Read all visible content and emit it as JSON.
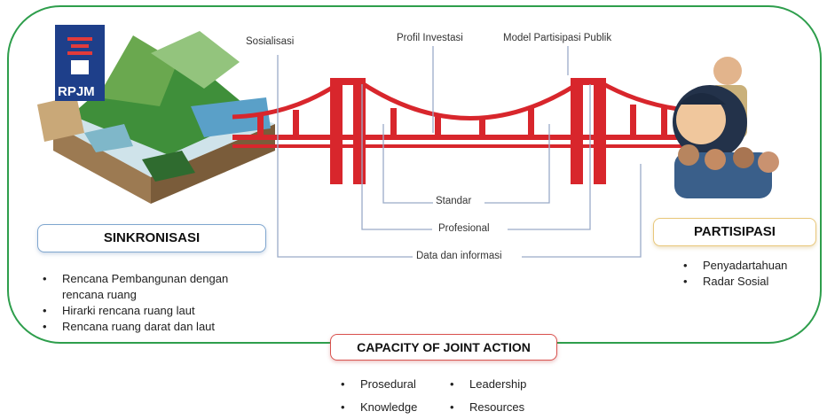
{
  "bridge": {
    "labels": {
      "sosialisasi": "Sosialisasi",
      "profil": "Profil Investasi",
      "model": "Model Partisipasi Publik",
      "standar": "Standar",
      "profesional": "Profesional",
      "data": "Data dan informasi"
    }
  },
  "left_image": {
    "logo_text": "RPJM"
  },
  "sinkronisasi": {
    "title": "SINKRONISASI",
    "items": [
      "Rencana Pembangunan dengan rencana ruang",
      "Hirarki rencana ruang laut",
      "Rencana ruang darat dan laut"
    ]
  },
  "partisipasi": {
    "title": "PARTISIPASI",
    "items": [
      "Penyadartahuan",
      "Radar Sosial"
    ]
  },
  "capacity": {
    "title": "CAPACITY OF JOINT ACTION",
    "col1": [
      "Prosedural",
      "Knowledge"
    ],
    "col2": [
      "Leadership",
      "Resources"
    ]
  },
  "colors": {
    "bridge": "#d8262c",
    "frame": "#2e9e4c",
    "connector": "#9aabc8"
  }
}
